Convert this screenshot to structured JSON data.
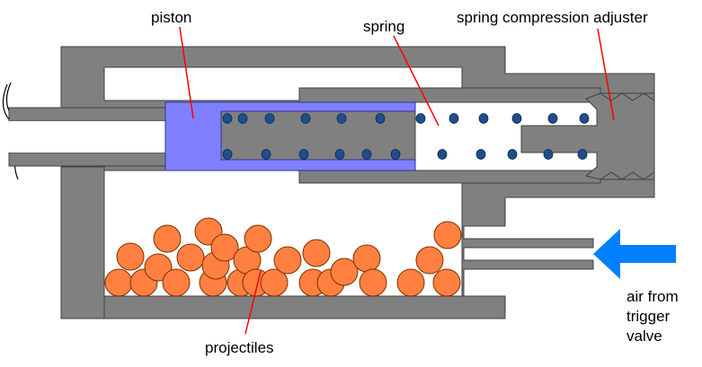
{
  "labels": {
    "piston": "piston",
    "spring": "spring",
    "adjuster": "spring compression adjuster",
    "projectiles": "projectiles",
    "air_line1": "air from",
    "air_line2": "trigger",
    "air_line3": "valve"
  },
  "colors": {
    "housing": "#808080",
    "piston": "#8080ff",
    "spring_coil": "#1f4e8c",
    "projectile": "#ff8040",
    "air_arrow": "#0080ff",
    "leader": "#ff0000"
  }
}
